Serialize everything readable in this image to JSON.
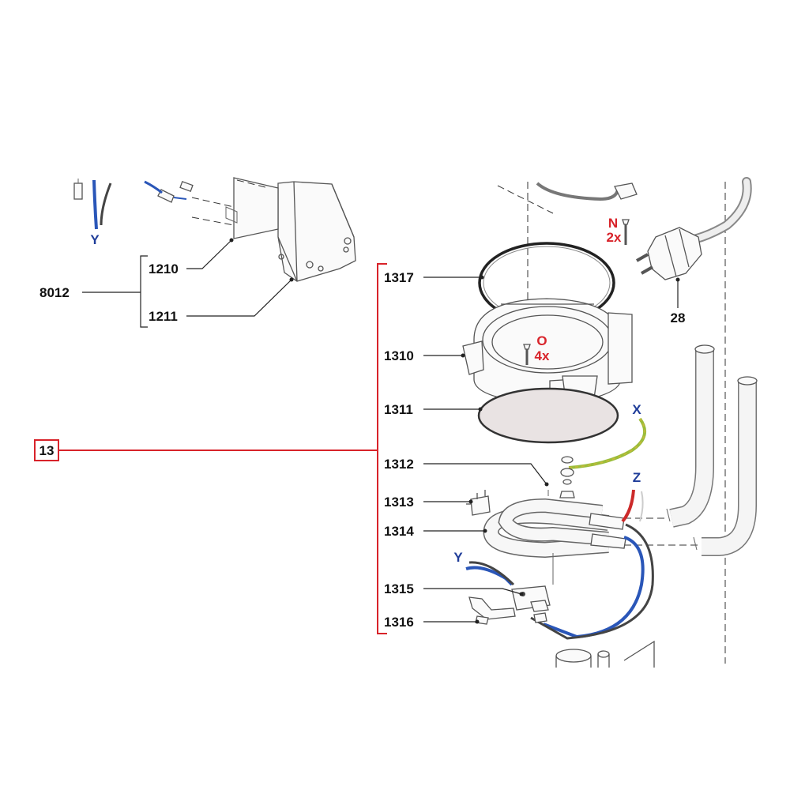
{
  "callouts": {
    "c1210": "1210",
    "c1211": "1211",
    "c8012": "8012",
    "c13": "13",
    "c1317": "1317",
    "c1310": "1310",
    "c1311": "1311",
    "c1312": "1312",
    "c1313": "1313",
    "c1314": "1314",
    "c1315": "1315",
    "c1316": "1316",
    "c28": "28"
  },
  "fasteners": {
    "n_letter": "N",
    "n_qty": "2x",
    "o_letter": "O",
    "o_qty": "4x"
  },
  "wires": {
    "y_top": "Y",
    "x": "X",
    "z": "Z",
    "y_bottom": "Y"
  },
  "colors": {
    "group_bracket": "#d8232a",
    "fastener_label": "#d8232a",
    "wire_label": "#1f3d99",
    "wire_blue": "#2a56b8",
    "wire_red": "#cc2a2a",
    "wire_earth": "#9bbd3a",
    "wire_dark": "#444444"
  }
}
